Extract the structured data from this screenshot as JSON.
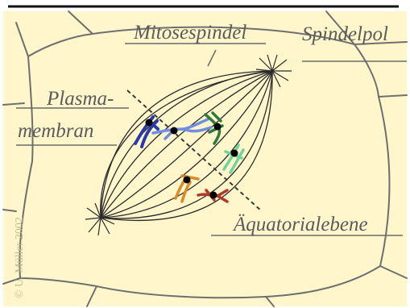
{
  "labels": {
    "mitosespindel": "Mitosespindel",
    "spindelpol": "Spindelpol",
    "plasma_line1": "Plasma-",
    "plasma_line2": "membran",
    "aequatorialebene": "Äquatorialebene"
  },
  "copyright": "© U. Müller  2002",
  "colors": {
    "background": "#fff6cc",
    "cell_outline": "#6f6f6f",
    "spindle_fibers": "#2b2b2b",
    "label_text": "#5b5b5b",
    "chromosome_blue_dark": "#2a3aa6",
    "chromosome_blue_light": "#6f8ee0",
    "chromosome_green_dark": "#2f7a3a",
    "chromosome_green_light": "#6fd39a",
    "chromosome_orange": "#d98a2a",
    "chromosome_red": "#b03a2a",
    "centromere": "#000000"
  }
}
